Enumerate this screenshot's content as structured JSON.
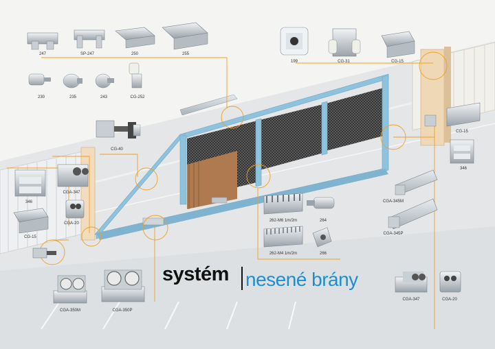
{
  "brand": {
    "part1": "systém",
    "part2": "nesené brány"
  },
  "colors": {
    "leader": "#f0a020",
    "frame": "#8fc3dd",
    "brand_blue": "#1c8fd0",
    "text": "#333333"
  },
  "parts": {
    "p247": "247",
    "psp247": "SP-247",
    "p250": "250",
    "p255": "255",
    "p230": "230",
    "p235": "235",
    "p243": "243",
    "pcg252": "CG-252",
    "p199": "199",
    "pcg31": "CG-31",
    "pcg15top": "CG-15",
    "pcg40": "CG-40",
    "pcg15right": "CG-15",
    "p346right": "346",
    "p346left": "346",
    "pcga347left": "CGA-347",
    "pcga20left": "CGA-20",
    "pcg15left": "CG-15",
    "pcga345m": "CGA-345M",
    "pcga345p": "CGA-345P",
    "p262m6": "262-M6 1m/2m",
    "p264": "264",
    "p262m4": "262-M4 1m/2m",
    "p266": "266",
    "pcga350m": "CGA-350M",
    "pcga350p": "CGA-350P",
    "pcga347right": "CGA-347",
    "pcga20right": "CGA-20"
  }
}
